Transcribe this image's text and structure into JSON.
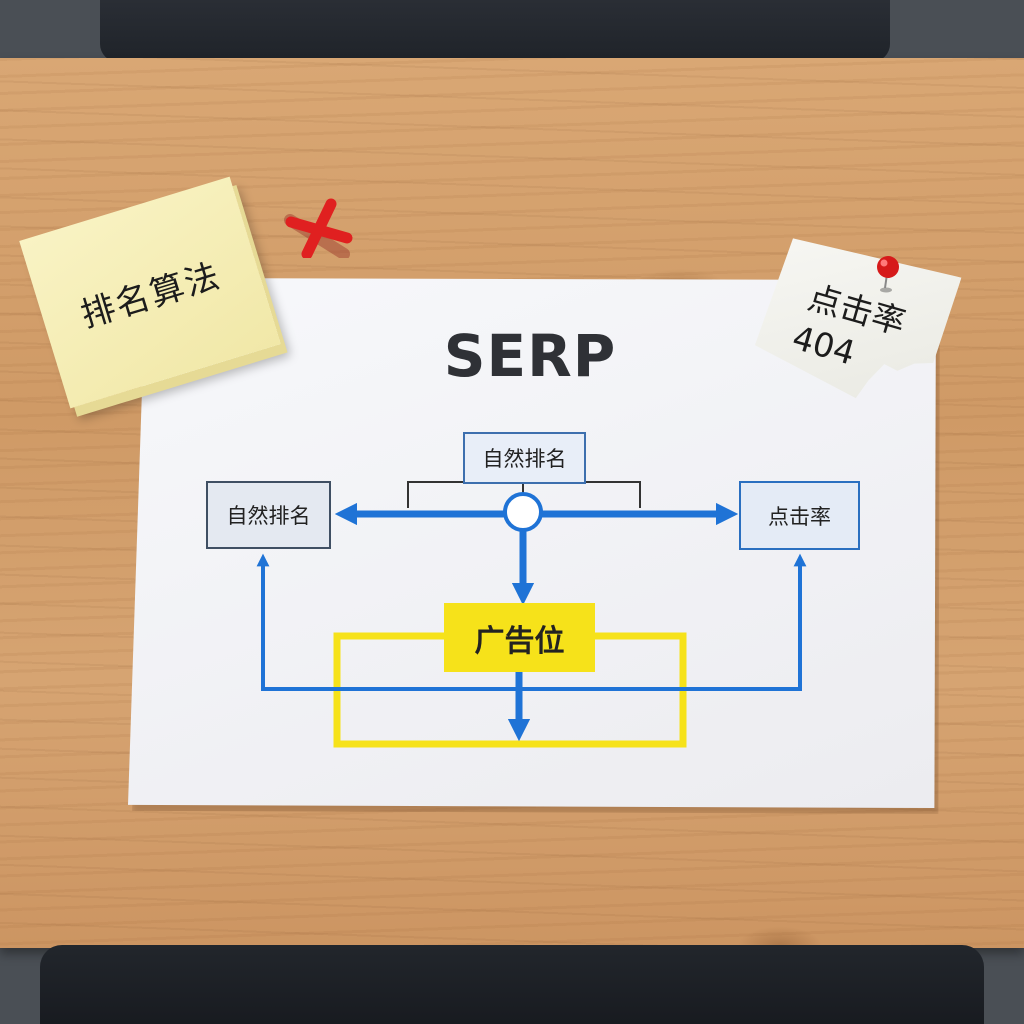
{
  "diagram": {
    "title": "SERP",
    "top_box": "自然排名",
    "left_box": "自然排名",
    "right_box": "点击率",
    "ad_box": "广告位"
  },
  "sticky_note": {
    "text": "排名算法"
  },
  "torn_note": {
    "line1": "点击率",
    "line2": "404"
  },
  "colors": {
    "arrow_blue": "#1f73d6",
    "ad_yellow": "#f6e21a",
    "cross_red": "#e02020",
    "pin_red": "#d61a1a"
  },
  "icons": {
    "cross": "red-x-mark-icon",
    "pin": "push-pin-icon"
  }
}
